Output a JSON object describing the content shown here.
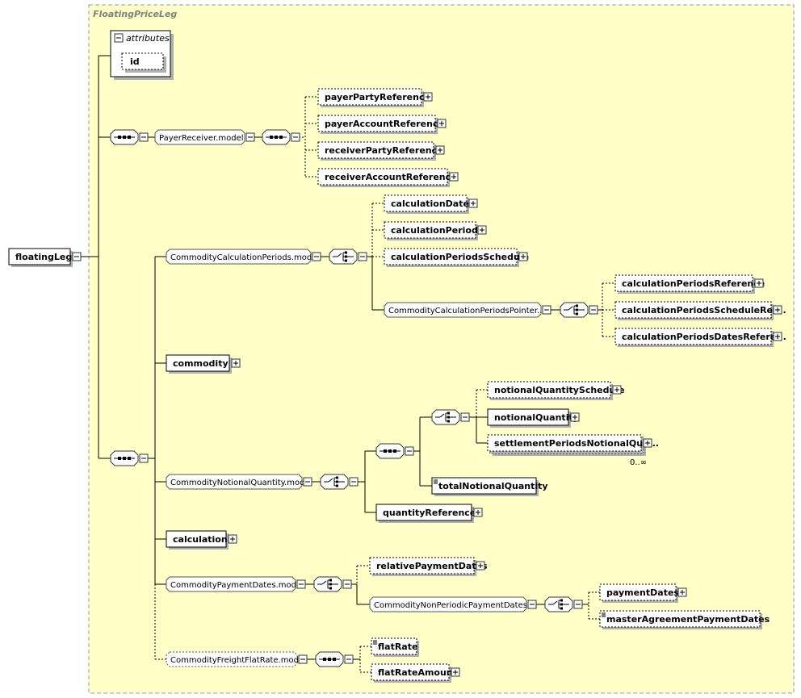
{
  "container": {
    "title": "FloatingPriceLeg"
  },
  "attributes": {
    "header": "attributes",
    "items": [
      "id"
    ]
  },
  "root": {
    "label": "floatingLeg"
  },
  "models": {
    "payer_receiver": "PayerReceiver.model",
    "calc_periods": "CommodityCalculationPeriods.model",
    "calc_pointer": "CommodityCalculationPeriodsPointer....",
    "notional_qty": "CommodityNotionalQuantity.model",
    "payment_dates": "CommodityPaymentDates.model",
    "non_periodic": "CommodityNonPeriodicPaymentDates....",
    "freight": "CommodityFreightFlatRate.model"
  },
  "elements": {
    "payerPartyReference": "payerPartyReference",
    "payerAccountReference": "payerAccountReference",
    "receiverPartyReference": "receiverPartyReference",
    "receiverAccountReference": "receiverAccountReference",
    "calculationDates": "calculationDates",
    "calculationPeriods": "calculationPeriods",
    "calculationPeriodsSchedule": "calculationPeriodsSchedule",
    "calculationPeriodsReference": "calculationPeriodsReference",
    "calculationPeriodsScheduleRef": "calculationPeriodsScheduleRef...",
    "calculationPeriodsDatesRefere": "calculationPeriodsDatesRefere...",
    "commodity": "commodity",
    "notionalQuantitySchedule": "notionalQuantitySchedule",
    "notionalQuantity": "notionalQuantity",
    "settlementPeriodsNotionalQua": "settlementPeriodsNotionalQua...",
    "totalNotionalQuantity": "totalNotionalQuantity",
    "quantityReference": "quantityReference",
    "calculation": "calculation",
    "relativePaymentDates": "relativePaymentDates",
    "paymentDates": "paymentDates",
    "masterAgreementPaymentDates": "masterAgreementPaymentDates",
    "flatRate": "flatRate",
    "flatRateAmount": "flatRateAmount"
  },
  "cardinality": {
    "settlement": "0..∞"
  },
  "colors": {
    "background": "#ffffc8",
    "border": "#999999",
    "title": "#808080"
  }
}
